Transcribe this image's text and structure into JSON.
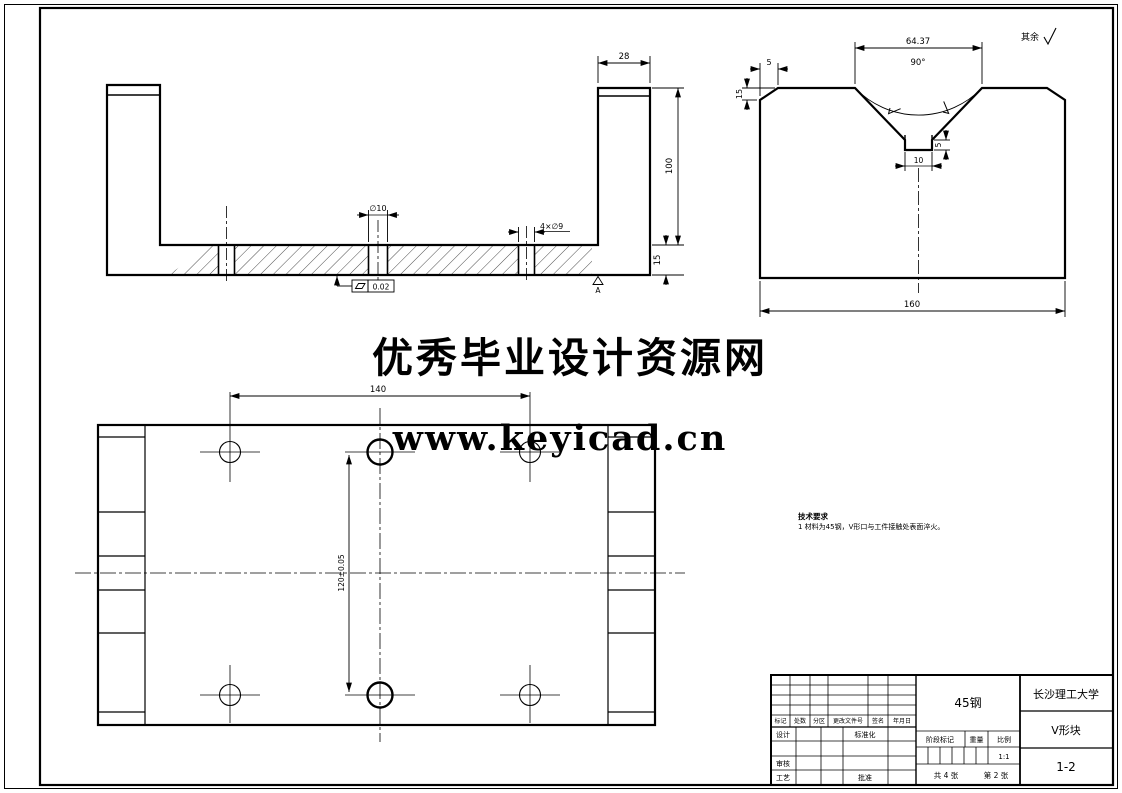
{
  "watermarks": {
    "site_name": "优秀毕业设计资源网",
    "site_url": "www.keyicad.cn",
    "color": "#ff0000"
  },
  "corner_note": {
    "label": "其余"
  },
  "tech_notes": {
    "title": "技术要求",
    "item1": "1 材料为45钢，V形口与工件接触处表面淬火。"
  },
  "front_view": {
    "dim_width_top": "28",
    "dim_height": "100",
    "dim_base_height": "15",
    "dim_center_hole": "∅10",
    "dim_bolt_holes": "4×∅9",
    "flatness_value": "0.02",
    "datum_label": "A"
  },
  "side_view": {
    "dim_opening": "64.37",
    "dim_angle": "90°",
    "dim_chamfer_width": "5",
    "dim_chamfer_height": "15",
    "dim_slot_width": "10",
    "dim_slot_depth": "5",
    "dim_total_width": "160"
  },
  "plan_view": {
    "dim_hole_spacing_h": "140",
    "dim_hole_spacing_v": "120±0.05"
  },
  "title_block": {
    "material": "45钢",
    "school": "长沙理工大学",
    "part_name": "V形块",
    "drawing_no": "1-2",
    "col_mark": "标记",
    "col_count": "处数",
    "col_zone": "分区",
    "col_change_doc": "更改文件号",
    "col_sign": "签名",
    "col_date": "年月日",
    "row_design": "设计",
    "row_standard": "标准化",
    "row_check": "审核",
    "row_process": "工艺",
    "row_approve": "批准",
    "stage_mark": "阶段标记",
    "weight": "重量",
    "scale": "比例",
    "scale_value": "1:1",
    "sheet_total": "共 4 张",
    "sheet_no": "第 2 张"
  }
}
